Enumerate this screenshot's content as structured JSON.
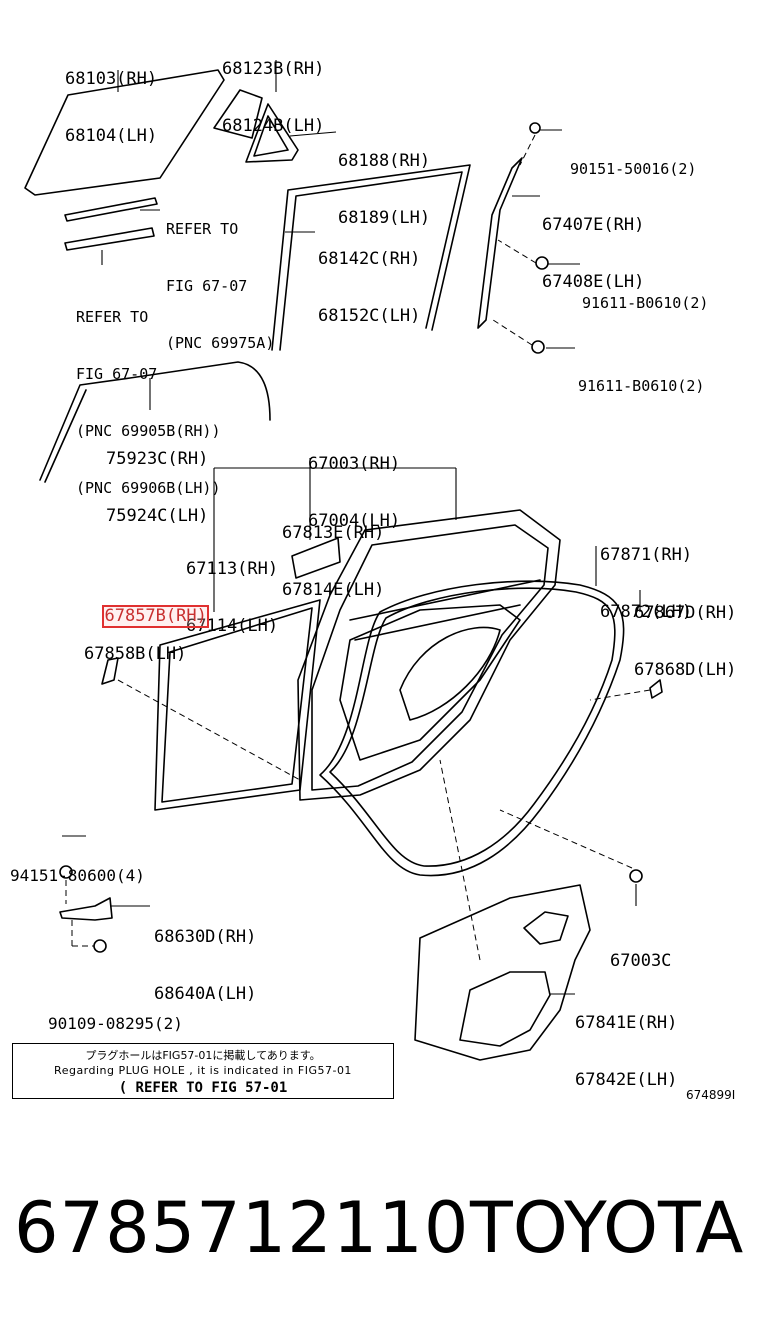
{
  "labels": {
    "p68103": [
      "68103(RH)",
      "68104(LH)"
    ],
    "p68123": [
      "68123B(RH)",
      "68124B(LH)"
    ],
    "p68188": [
      "68188(RH)",
      "68189(LH)"
    ],
    "p90151": [
      "90151-50016(2)"
    ],
    "p67407": [
      "67407E(RH)",
      "67408E(LH)"
    ],
    "ref1": [
      "REFER TO",
      "FIG 67-07",
      "(PNC 69975A)"
    ],
    "p68142": [
      "68142C(RH)",
      "68152C(LH)"
    ],
    "ref2": [
      "REFER TO",
      "FIG 67-07",
      "(PNC 69905B(RH))",
      "(PNC 69906B(LH))"
    ],
    "p91611a": [
      "91611-B0610(2)"
    ],
    "p91611b": [
      "91611-B0610(2)"
    ],
    "p75923": [
      "75923C(RH)",
      "75924C(LH)"
    ],
    "p67003": [
      "67003(RH)",
      "67004(LH)"
    ],
    "p67813": [
      "67813E(RH)",
      "67814E(LH)"
    ],
    "p67113": [
      "67113(RH)",
      "67114(LH)"
    ],
    "p67871": [
      "67871(RH)",
      "67872(LH)"
    ],
    "p67867": [
      "67867D(RH)",
      "67868D(LH)"
    ],
    "p67857": [
      "67857B(RH)",
      "67858B(LH)"
    ],
    "p94151": [
      "94151-80600(4)"
    ],
    "p68630": [
      "68630D(RH)",
      "68640A(LH)"
    ],
    "p67003c": [
      "67003C"
    ],
    "p67841": [
      "67841E(RH)",
      "67842E(LH)"
    ],
    "p90109": [
      "90109-08295(2)"
    ]
  },
  "notice": {
    "jp": "プラグホールはFIG57-01に掲載してあります。",
    "en": "Regarding PLUG HOLE , it is indicated in FIG57-01",
    "ref": "( REFER TO FIG 57-01"
  },
  "figure_id": "674899I",
  "part_number": "6785712110",
  "brand": "TOYOTA",
  "highlight_color": "#e03030"
}
